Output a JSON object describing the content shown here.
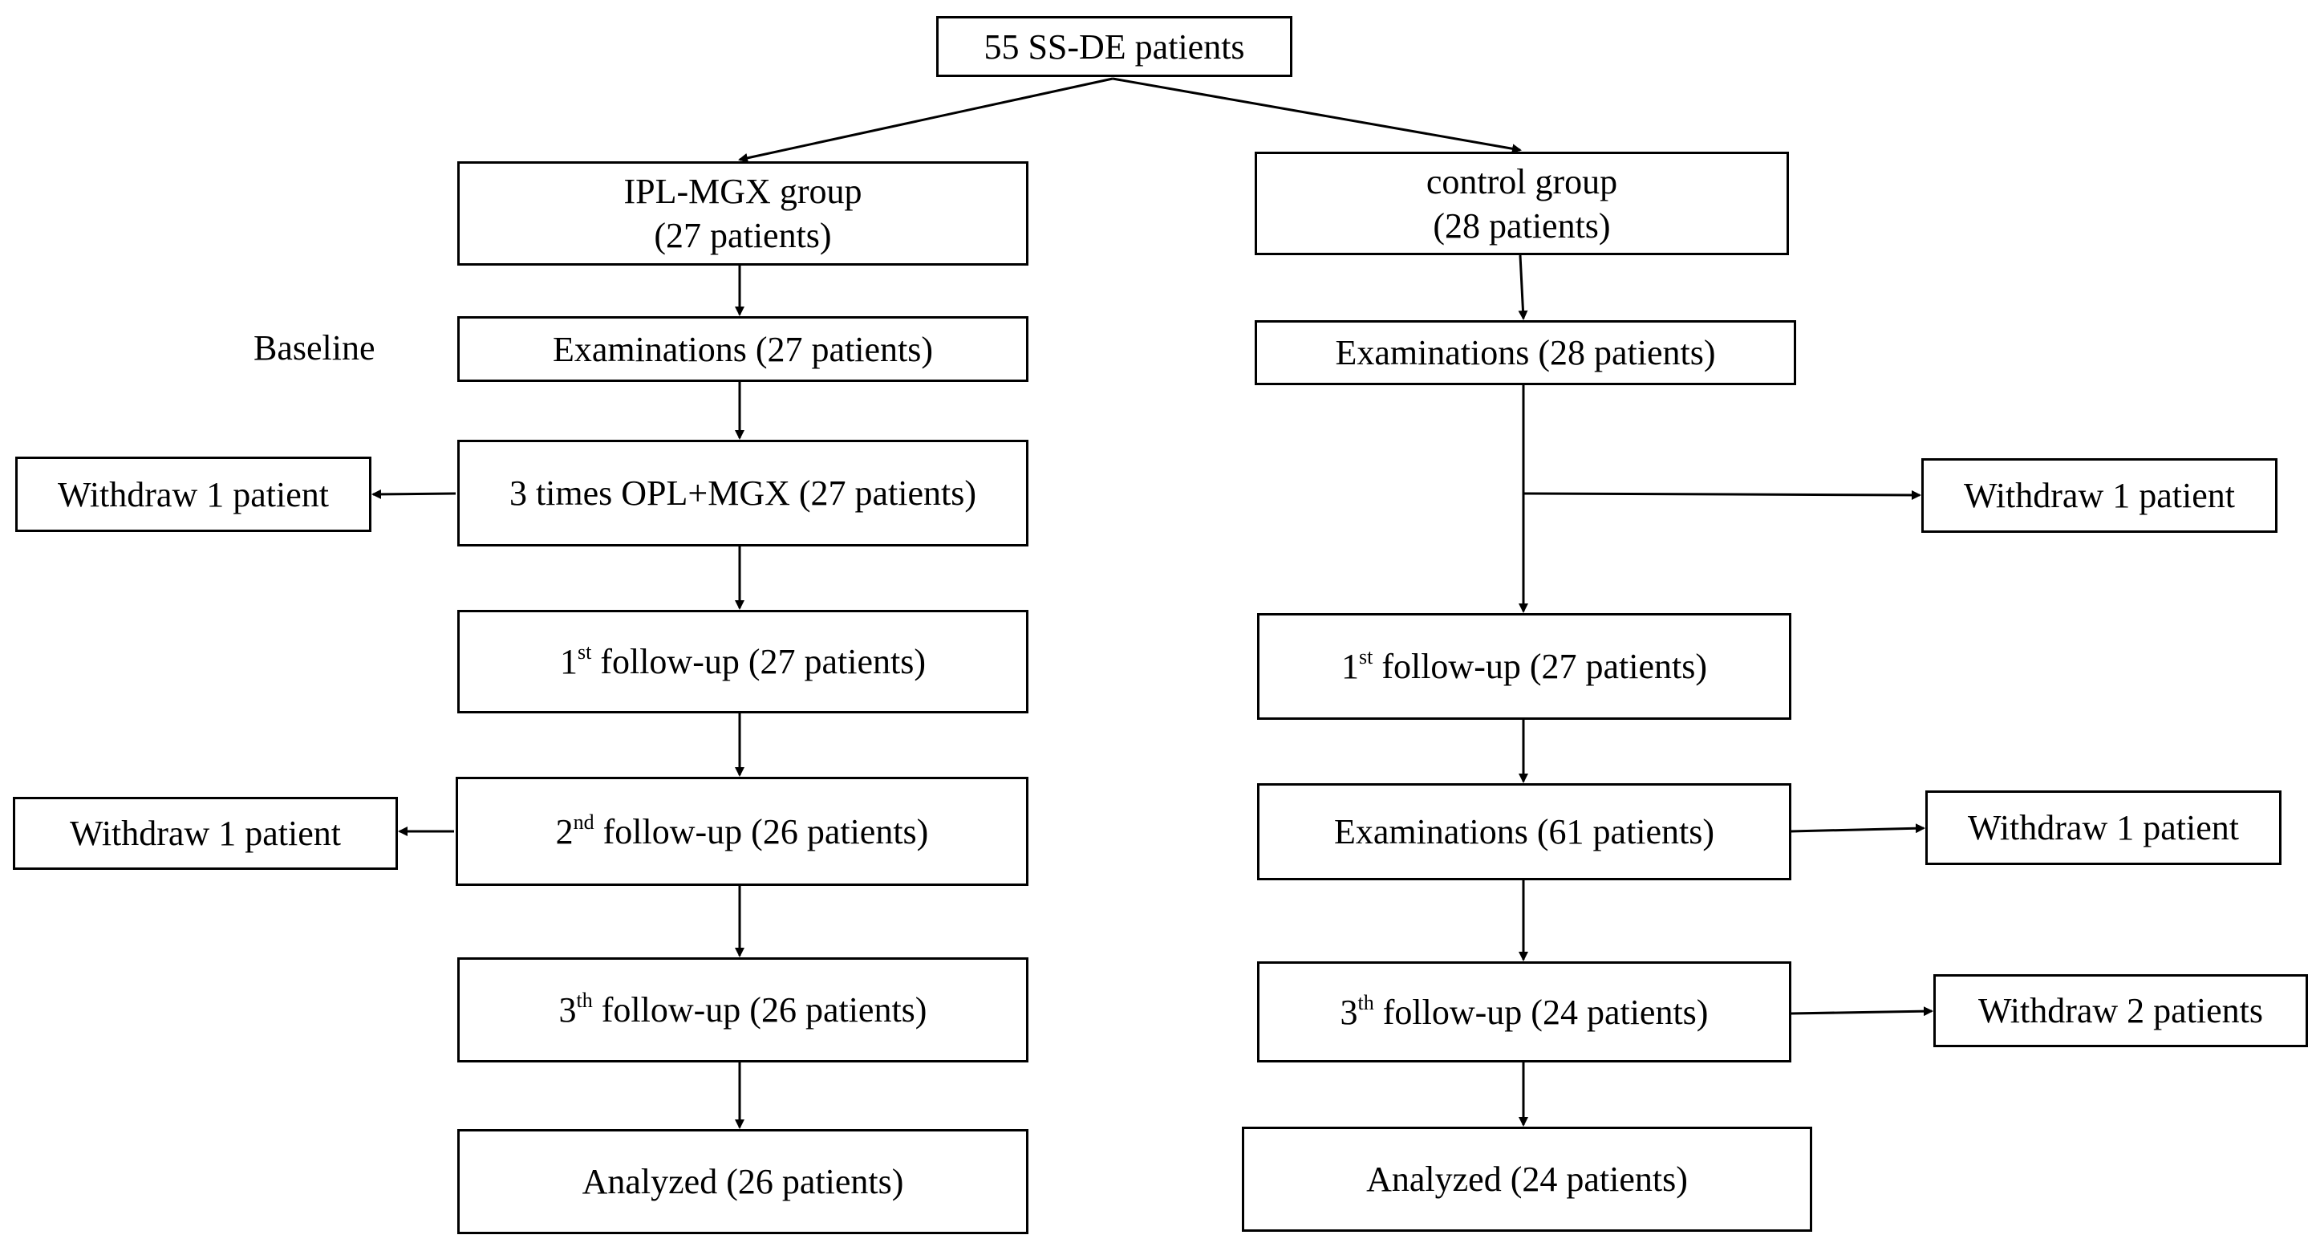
{
  "title_box": "55 SS-DE patients",
  "baseline_label": "Baseline",
  "left": {
    "group": {
      "line1": "IPL-MGX group",
      "line2": "(27 patients)"
    },
    "exam": "Examinations (27 patients)",
    "treatment": "3 times OPL+MGX (27 patients)",
    "withdraw1": "Withdraw 1 patient",
    "fu1": {
      "ord": "1",
      "sup": "st",
      "text": " follow-up (27 patients)"
    },
    "fu2": {
      "ord": "2",
      "sup": "nd",
      "text": " follow-up (26 patients)"
    },
    "withdraw2": "Withdraw 1 patient",
    "fu3": {
      "ord": "3",
      "sup": "th",
      "text": " follow-up (26 patients)"
    },
    "analyzed": "Analyzed (26 patients)"
  },
  "right": {
    "group": {
      "line1": "control group",
      "line2": "(28 patients)"
    },
    "exam": "Examinations (28 patients)",
    "withdraw1": "Withdraw 1 patient",
    "fu1": {
      "ord": "1",
      "sup": "st",
      "text": " follow-up (27 patients)"
    },
    "exam2": "Examinations (61 patients)",
    "withdraw2": "Withdraw 1 patient",
    "fu3": {
      "ord": "3",
      "sup": "th",
      "text": " follow-up (24 patients)"
    },
    "withdraw3": "Withdraw 2 patients",
    "analyzed": "Analyzed (24 patients)"
  }
}
